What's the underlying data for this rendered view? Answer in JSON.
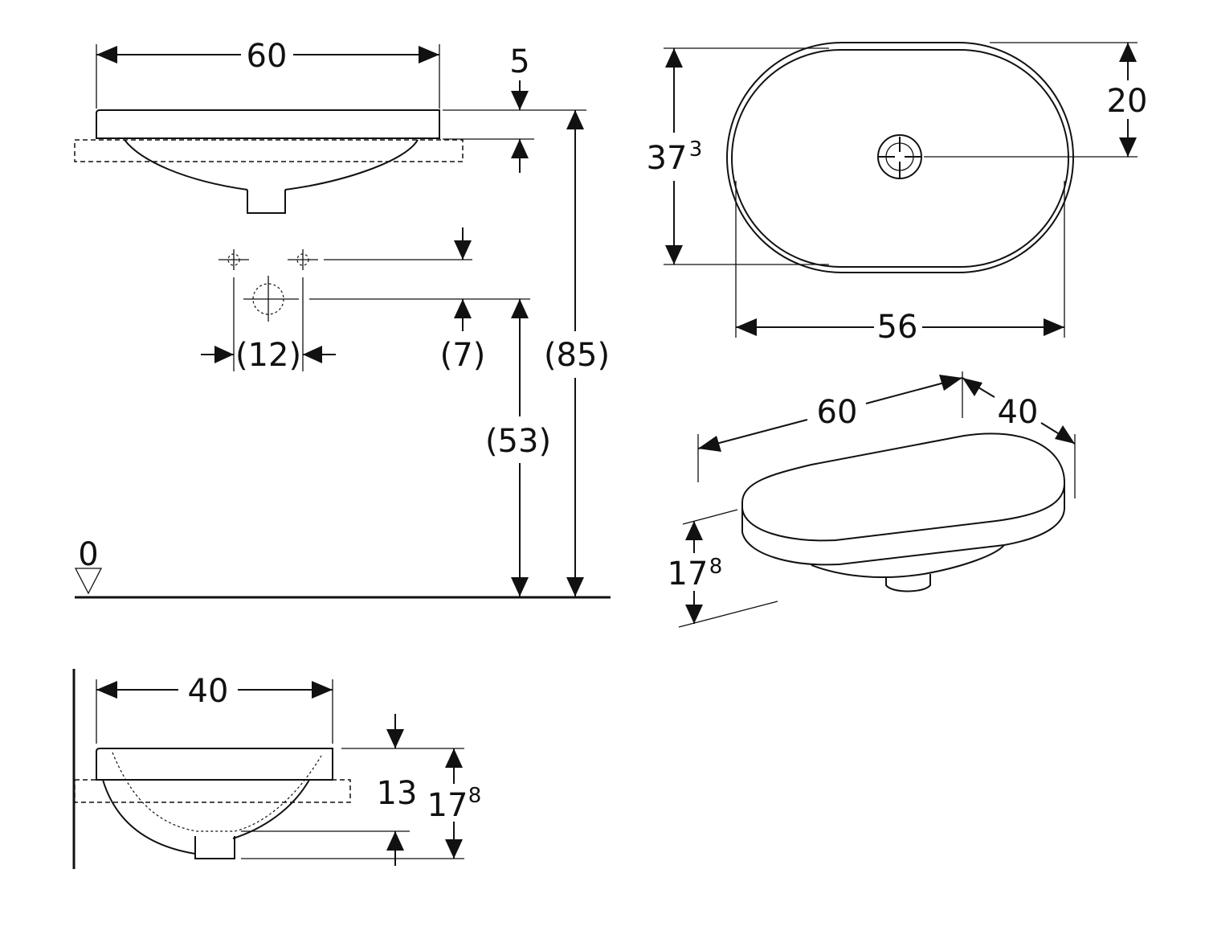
{
  "front_view": {
    "width": "60",
    "rim_thickness": "5",
    "tap_spacing": "(12)",
    "tap_offset": "(7)",
    "waste_height": "(53)",
    "rim_height": "(85)",
    "floor_level": "0"
  },
  "plan_view": {
    "depth_main": "37",
    "depth_sup": "3",
    "waste_offset": "20",
    "inner_width": "56"
  },
  "iso_view": {
    "length": "60",
    "width": "40",
    "height_main": "17",
    "height_sup": "8"
  },
  "side_view": {
    "width": "40",
    "bowl_depth": "13",
    "height_main": "17",
    "height_sup": "8"
  }
}
